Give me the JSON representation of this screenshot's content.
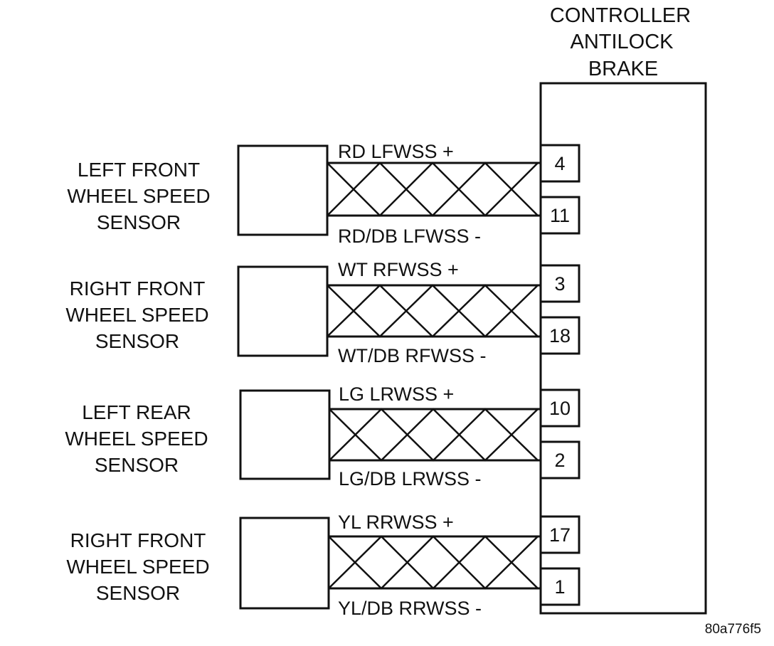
{
  "controller": {
    "title_lines": [
      "CONTROLLER",
      "ANTILOCK",
      "BRAKE"
    ]
  },
  "sensors": [
    {
      "name_lines": [
        "LEFT FRONT",
        "WHEEL SPEED",
        "SENSOR"
      ],
      "plus_wire": "RD LFWSS  +",
      "minus_wire": "RD/DB LFWSS  -",
      "plus_pin": "4",
      "minus_pin": "11"
    },
    {
      "name_lines": [
        "RIGHT FRONT",
        "WHEEL SPEED",
        "SENSOR"
      ],
      "plus_wire": "WT RFWSS  +",
      "minus_wire": "WT/DB RFWSS  -",
      "plus_pin": "3",
      "minus_pin": "18"
    },
    {
      "name_lines": [
        "LEFT REAR",
        "WHEEL SPEED",
        "SENSOR"
      ],
      "plus_wire": "LG LRWSS  +",
      "minus_wire": "LG/DB LRWSS -",
      "plus_pin": "10",
      "minus_pin": "2"
    },
    {
      "name_lines": [
        "RIGHT FRONT",
        "WHEEL SPEED",
        "SENSOR"
      ],
      "plus_wire": "YL RRWSS +",
      "minus_wire": "YL/DB RRWSS -",
      "plus_pin": "17",
      "minus_pin": "1"
    }
  ],
  "reference_code": "80a776f5"
}
